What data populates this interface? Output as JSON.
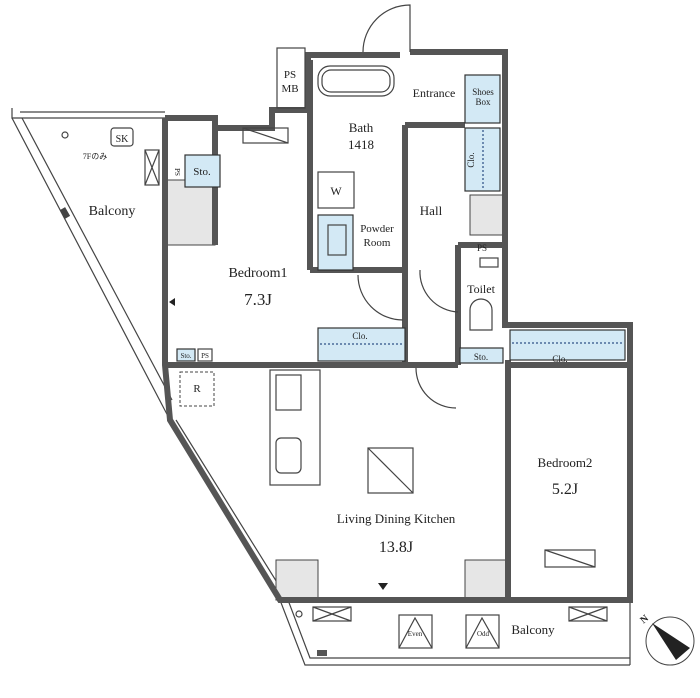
{
  "rooms": {
    "balcony_west": "Balcony",
    "sk": "SK",
    "sk_note": "7Fのみ",
    "ps_mb_1": "PS",
    "ps_mb_2": "MB",
    "bedroom1_name": "Bedroom1",
    "bedroom1_size": "7.3J",
    "sto_bedroom1": "Sto.",
    "sto_small": "Sto.",
    "ps_small": "PS",
    "ps_side": "PS",
    "r_label": "R",
    "bath_name": "Bath",
    "bath_size": "1418",
    "washer": "W",
    "powder_1": "Powder",
    "powder_2": "Room",
    "entrance": "Entrance",
    "shoes_1": "Shoes",
    "shoes_2": "Box",
    "clo_hall": "Clo.",
    "hall": "Hall",
    "ps_toilet": "PS",
    "toilet": "Toilet",
    "sto_toilet": "Sto.",
    "clo_bedroom1": "Clo.",
    "clo_bedroom2": "Clo.",
    "bedroom2_name": "Bedroom2",
    "bedroom2_size": "5.2J",
    "ldk_name": "Living Dining Kitchen",
    "ldk_size": "13.8J",
    "even": "Even",
    "odd": "Odd",
    "balcony_south": "Balcony",
    "north": "N"
  }
}
